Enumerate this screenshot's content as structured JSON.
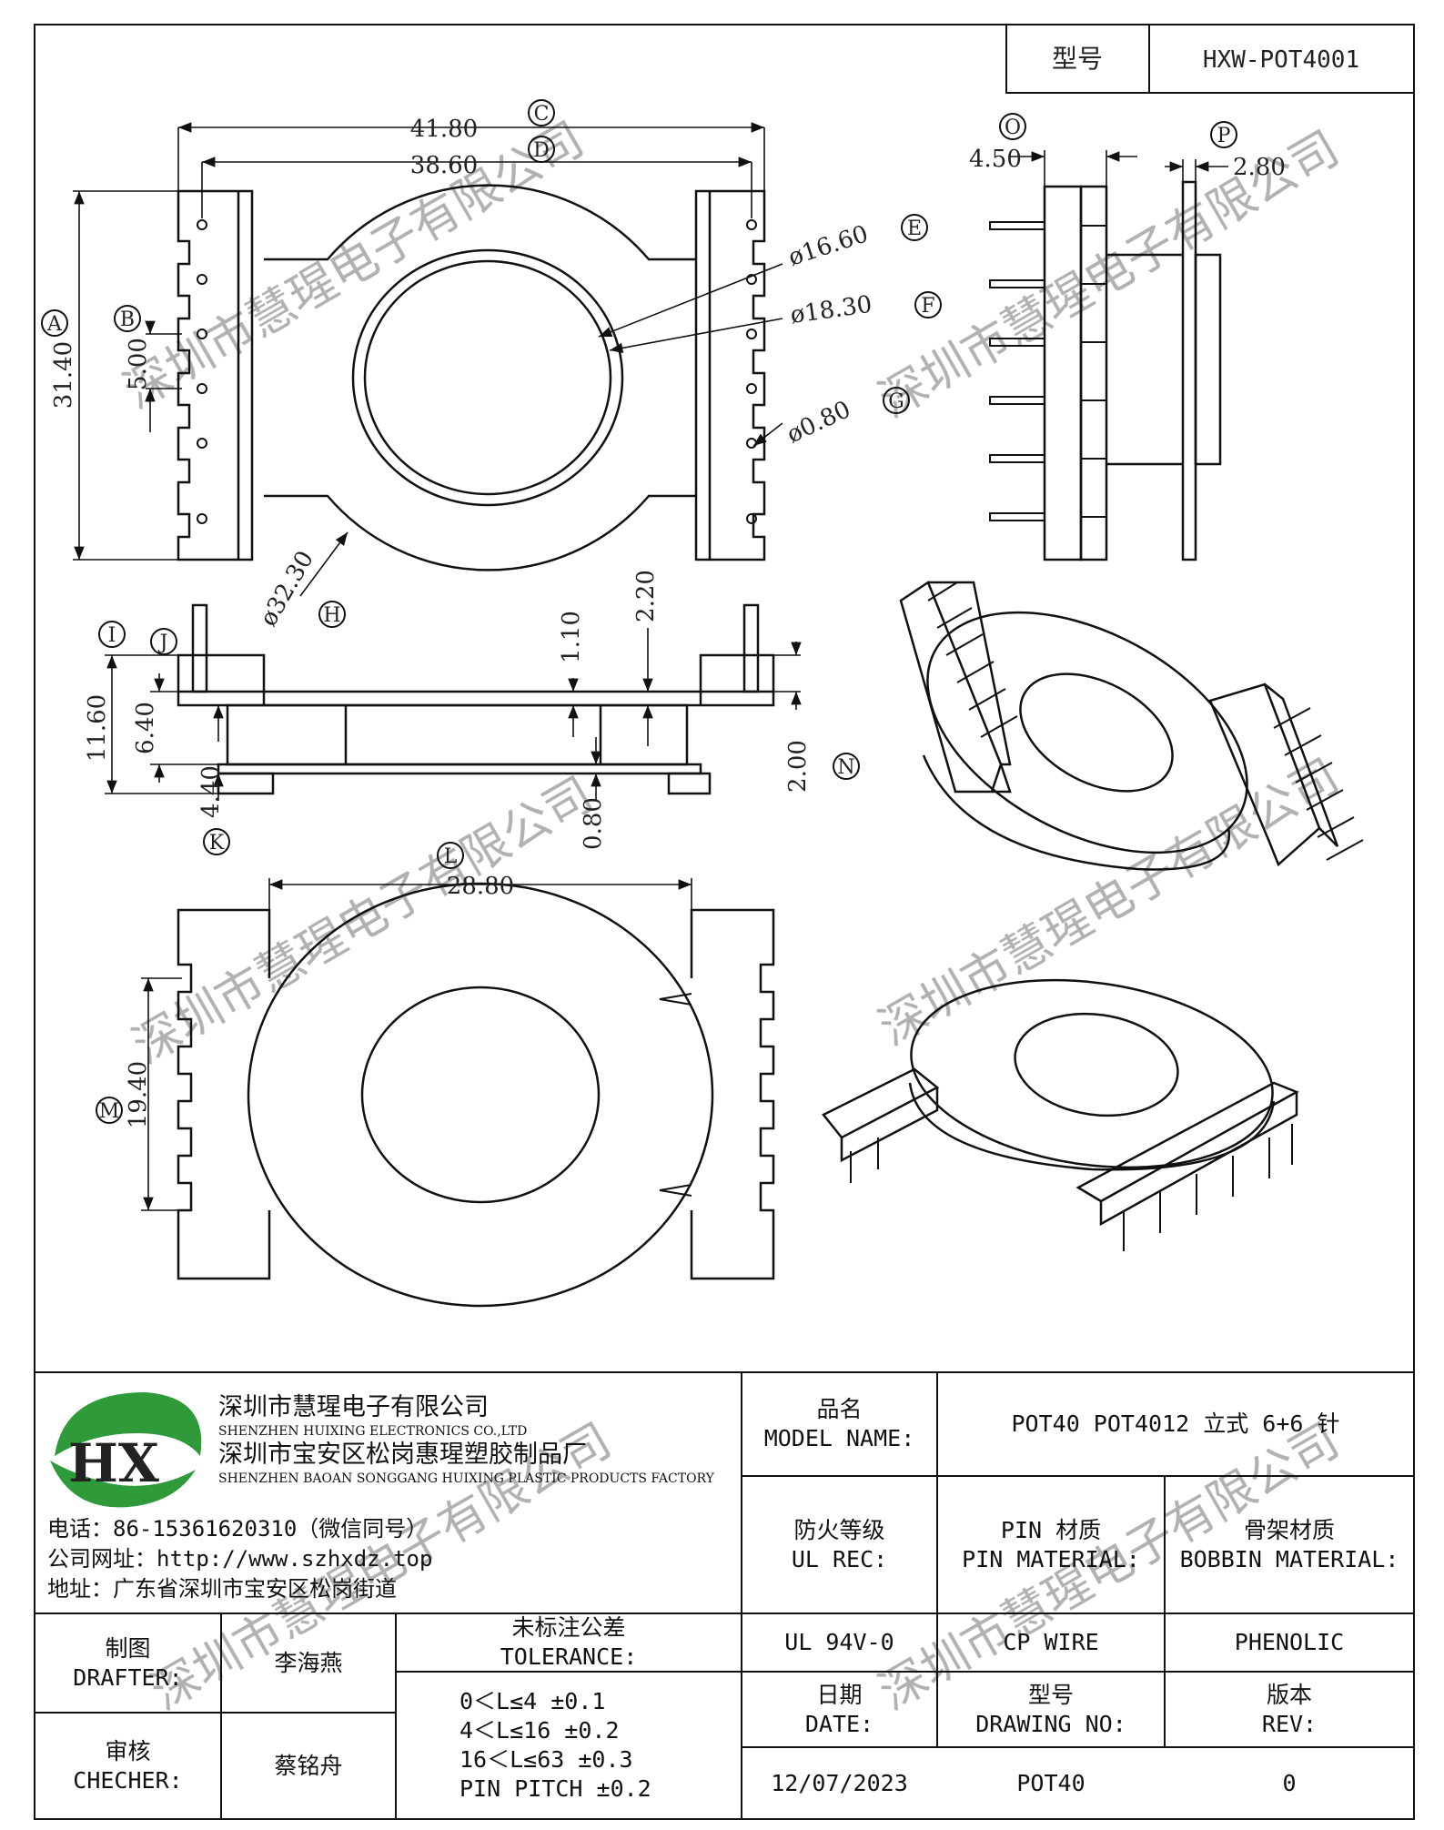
{
  "header": {
    "model_label": "型号",
    "model_value": "HXW-POT4001"
  },
  "dimensions": {
    "d_41_80": "41.80",
    "d_38_60": "38.60",
    "d_31_40": "31.40",
    "d_5_00": "5.00",
    "d_16_60": "ø16.60",
    "d_18_30": "ø18.30",
    "d_0_80": "ø0.80",
    "d_32_30": "ø32.30",
    "d_4_50": "4.50",
    "d_2_80": "2.80",
    "d_11_60": "11.60",
    "d_6_40": "6.40",
    "d_4_40": "4.40",
    "d_1_10": "1.10",
    "d_2_20": "2.20",
    "d_0_80b": "0.80",
    "d_2_00": "2.00",
    "d_28_80": "28.80",
    "d_19_40": "19.40"
  },
  "callouts": [
    "A",
    "B",
    "C",
    "D",
    "E",
    "F",
    "G",
    "H",
    "I",
    "J",
    "K",
    "L",
    "M",
    "N",
    "O",
    "P"
  ],
  "company": {
    "logo_text": "HX",
    "name_cn": "深圳市慧瑆电子有限公司",
    "name_en": "SHENZHEN HUIXING ELECTRONICS CO.,LTD",
    "factory_cn": "深圳市宝安区松岗惠瑆塑胶制品厂",
    "factory_en": "SHENZHEN BAOAN SONGGANG HUIXING PLASTIC PRODUCTS FACTORY",
    "phone": "电话：86-15361620310（微信同号）",
    "website": "公司网址：http://www.szhxdz.top",
    "address": "地址：广东省深圳市宝安区松岗街道"
  },
  "title_block": {
    "model_name_cn": "品名",
    "model_name_en": "MODEL NAME:",
    "model_name_value": "POT40 POT4012 立式 6+6 针",
    "ul_cn": "防火等级",
    "ul_en": "UL REC:",
    "pin_cn": "PIN 材质",
    "pin_en": "PIN MATERIAL:",
    "bobbin_cn": "骨架材质",
    "bobbin_en": "BOBBIN MATERIAL:",
    "ul_value": "UL 94V-0",
    "pin_value": "CP WIRE",
    "bobbin_value": "PHENOLIC",
    "drafter_cn": "制图",
    "drafter_en": "DRAFTER:",
    "drafter_name": "李海燕",
    "checker_cn": "审核",
    "checker_en": "CHECHER:",
    "checker_name": "蔡铭舟",
    "tolerance_cn": "未标注公差",
    "tolerance_en": "TOLERANCE:",
    "tolerance_rows": [
      "0＜L≤4  ±0.1",
      "4＜L≤16 ±0.2",
      "16＜L≤63 ±0.3",
      "PIN PITCH ±0.2"
    ],
    "date_cn": "日期",
    "date_en": "DATE:",
    "drawing_cn": "型号",
    "drawing_en": "DRAWING NO:",
    "rev_cn": "版本",
    "rev_en": "REV:",
    "date_value": "12/07/2023",
    "drawing_value": "POT40",
    "rev_value": "0"
  },
  "watermark": "深圳市慧瑆电子有限公司",
  "colors": {
    "line": "#111111",
    "logo_green": "#2e9a3a",
    "logo_yellow": "#e8b51a"
  }
}
